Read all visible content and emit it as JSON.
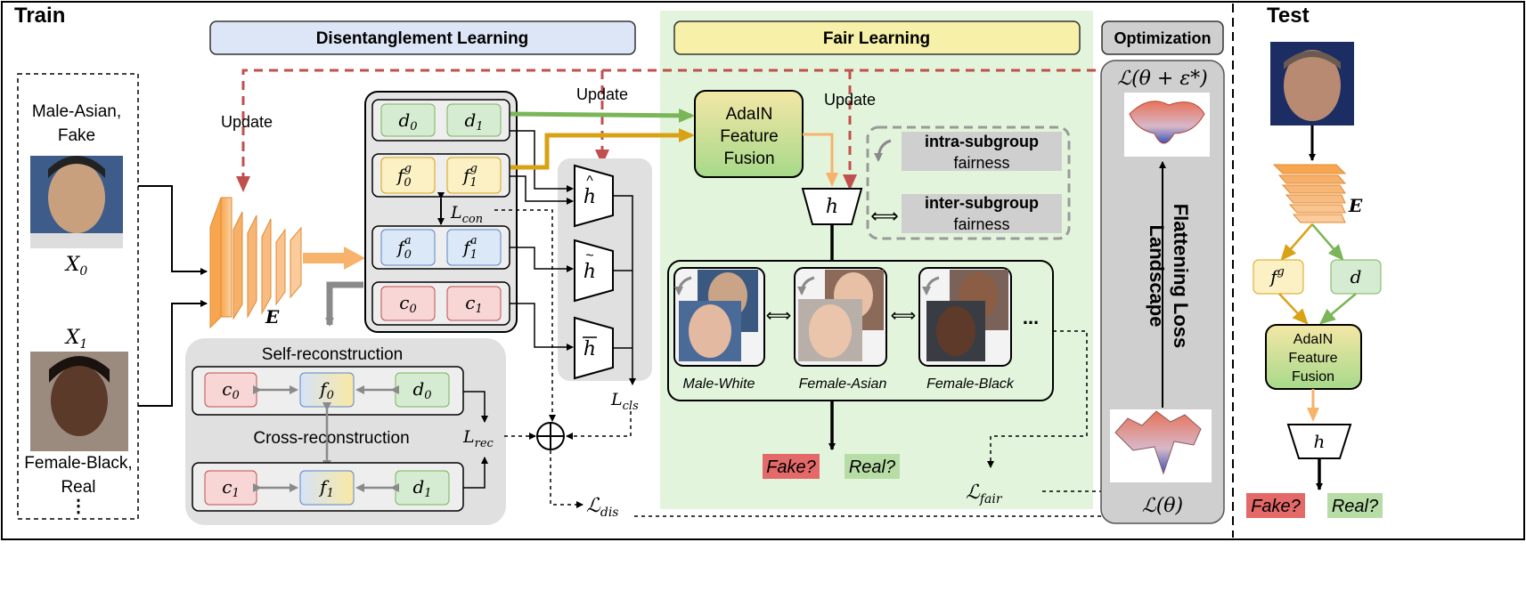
{
  "train": {
    "title": "Train",
    "input": {
      "x0_caption": [
        "Male-Asian,",
        "Fake"
      ],
      "x0_label": "X0",
      "x1_label": "X1",
      "x1_caption": [
        "Female-Black,",
        "Real"
      ],
      "ellipsis": "⋮"
    },
    "encoder_label": "E",
    "update_labels": [
      "Update",
      "Update",
      "Update"
    ],
    "disentangle": {
      "title": "Disentanglement Learning",
      "rows": [
        [
          "d0",
          "d1"
        ],
        [
          "f0g",
          "f1g"
        ],
        [
          "f0a",
          "f1a"
        ],
        [
          "c0",
          "c1"
        ]
      ],
      "l_con": "Lcon",
      "heads": [
        "ĥ",
        "h̃",
        "h̄"
      ],
      "l_cls": "Lcls"
    },
    "reconstruction": {
      "self_title": "Self-reconstruction",
      "cross_title": "Cross-reconstruction",
      "row0": [
        "c0",
        "f0",
        "d0"
      ],
      "row1": [
        "c1",
        "f1",
        "d1"
      ],
      "l_rec": "Lrec",
      "l_dis": "ℒdis"
    },
    "fair": {
      "title": "Fair Learning",
      "adain": [
        "AdaIN",
        "Feature",
        "Fusion"
      ],
      "h": "h",
      "intra": [
        "intra-subgroup",
        "fairness"
      ],
      "inter": [
        "inter-subgroup",
        "fairness"
      ],
      "iff": "⟺",
      "groups": [
        "Male-White",
        "Female-Asian",
        "Female-Black"
      ],
      "group_ellipsis": "...",
      "fake_label": "Fake?",
      "real_label": "Real?",
      "l_fair": "ℒfair"
    },
    "optimization": {
      "title": "Optimization",
      "loss_top": "ℒ(θ + ε*)",
      "loss_bottom": "ℒ(θ)",
      "flatten": [
        "Flattening Loss",
        "Landscape"
      ]
    }
  },
  "test": {
    "title": "Test",
    "encoder_label": "E",
    "fg": "fg",
    "d": "d",
    "adain": [
      "AdaIN",
      "Feature",
      "Fusion"
    ],
    "h": "h",
    "fake_label": "Fake?",
    "real_label": "Real?"
  },
  "colors": {
    "title_blue_bg": "#dde6f6",
    "title_yellow_bg": "#f6f0a8",
    "fair_bg": "#e2f5dc",
    "opt_bg": "#cfcfcf",
    "red_box": "#f8d6d6",
    "yellow_box": "#fbf1c4",
    "blue_box": "#dbe8f8",
    "green_box": "#d6ecd2",
    "update_red": "#c0504d",
    "green_arrow": "#7ab558",
    "gold_arrow": "#d9a216",
    "orange_arrow": "#f7b26b",
    "fake_red": "#e46a6a",
    "real_green": "#b7dca6"
  }
}
